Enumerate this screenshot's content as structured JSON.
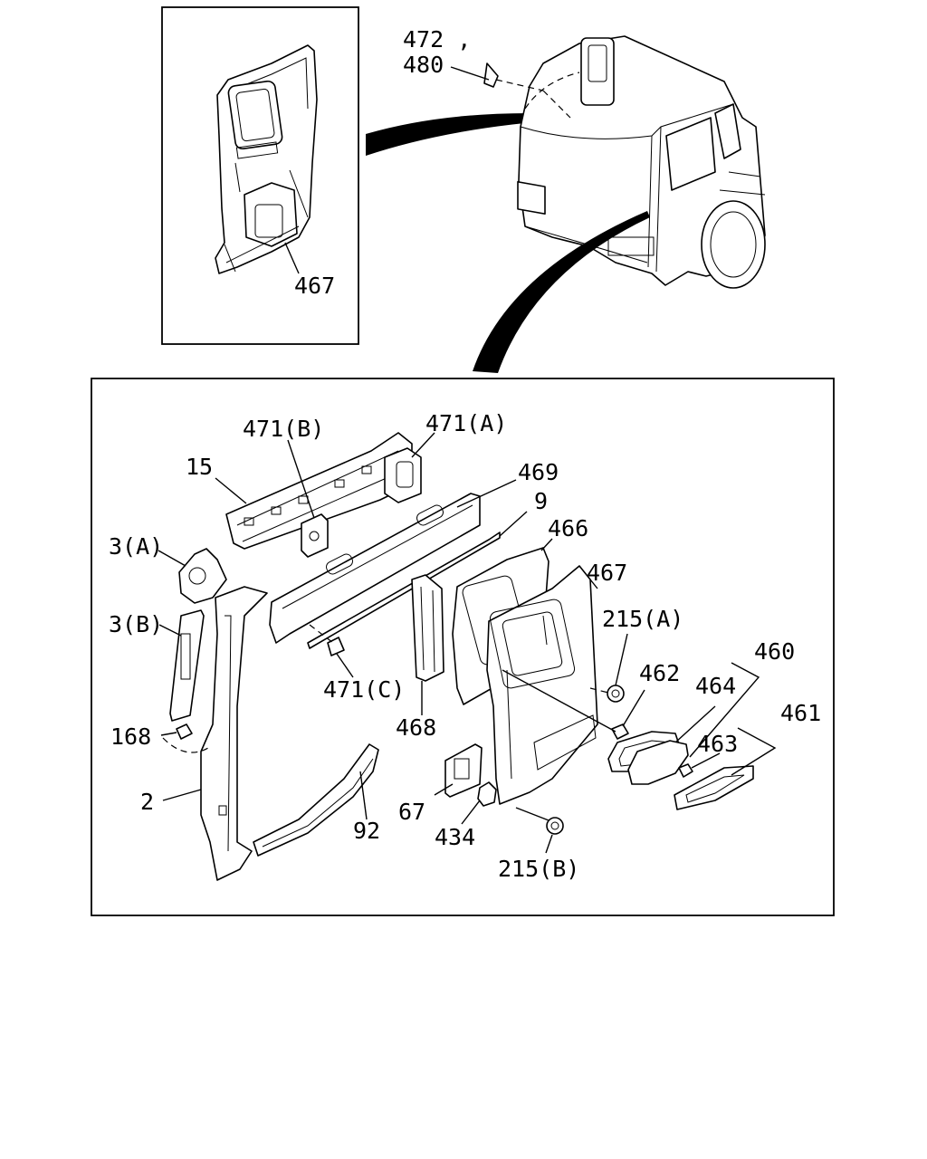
{
  "labels": {
    "p472": "472 ,",
    "p480": "480",
    "p467_inset": "467",
    "p471b": "471(B)",
    "p471a": "471(A)",
    "p15": "15",
    "p469": "469",
    "p9": "9",
    "p466": "466",
    "p467": "467",
    "p3a": "3(A)",
    "p3b": "3(B)",
    "p215a": "215(A)",
    "p460": "460",
    "p462": "462",
    "p464": "464",
    "p471c": "471(C)",
    "p468": "468",
    "p168": "168",
    "p461": "461",
    "p463": "463",
    "p2": "2",
    "p67": "67",
    "p92": "92",
    "p434": "434",
    "p215b": "215(B)"
  }
}
